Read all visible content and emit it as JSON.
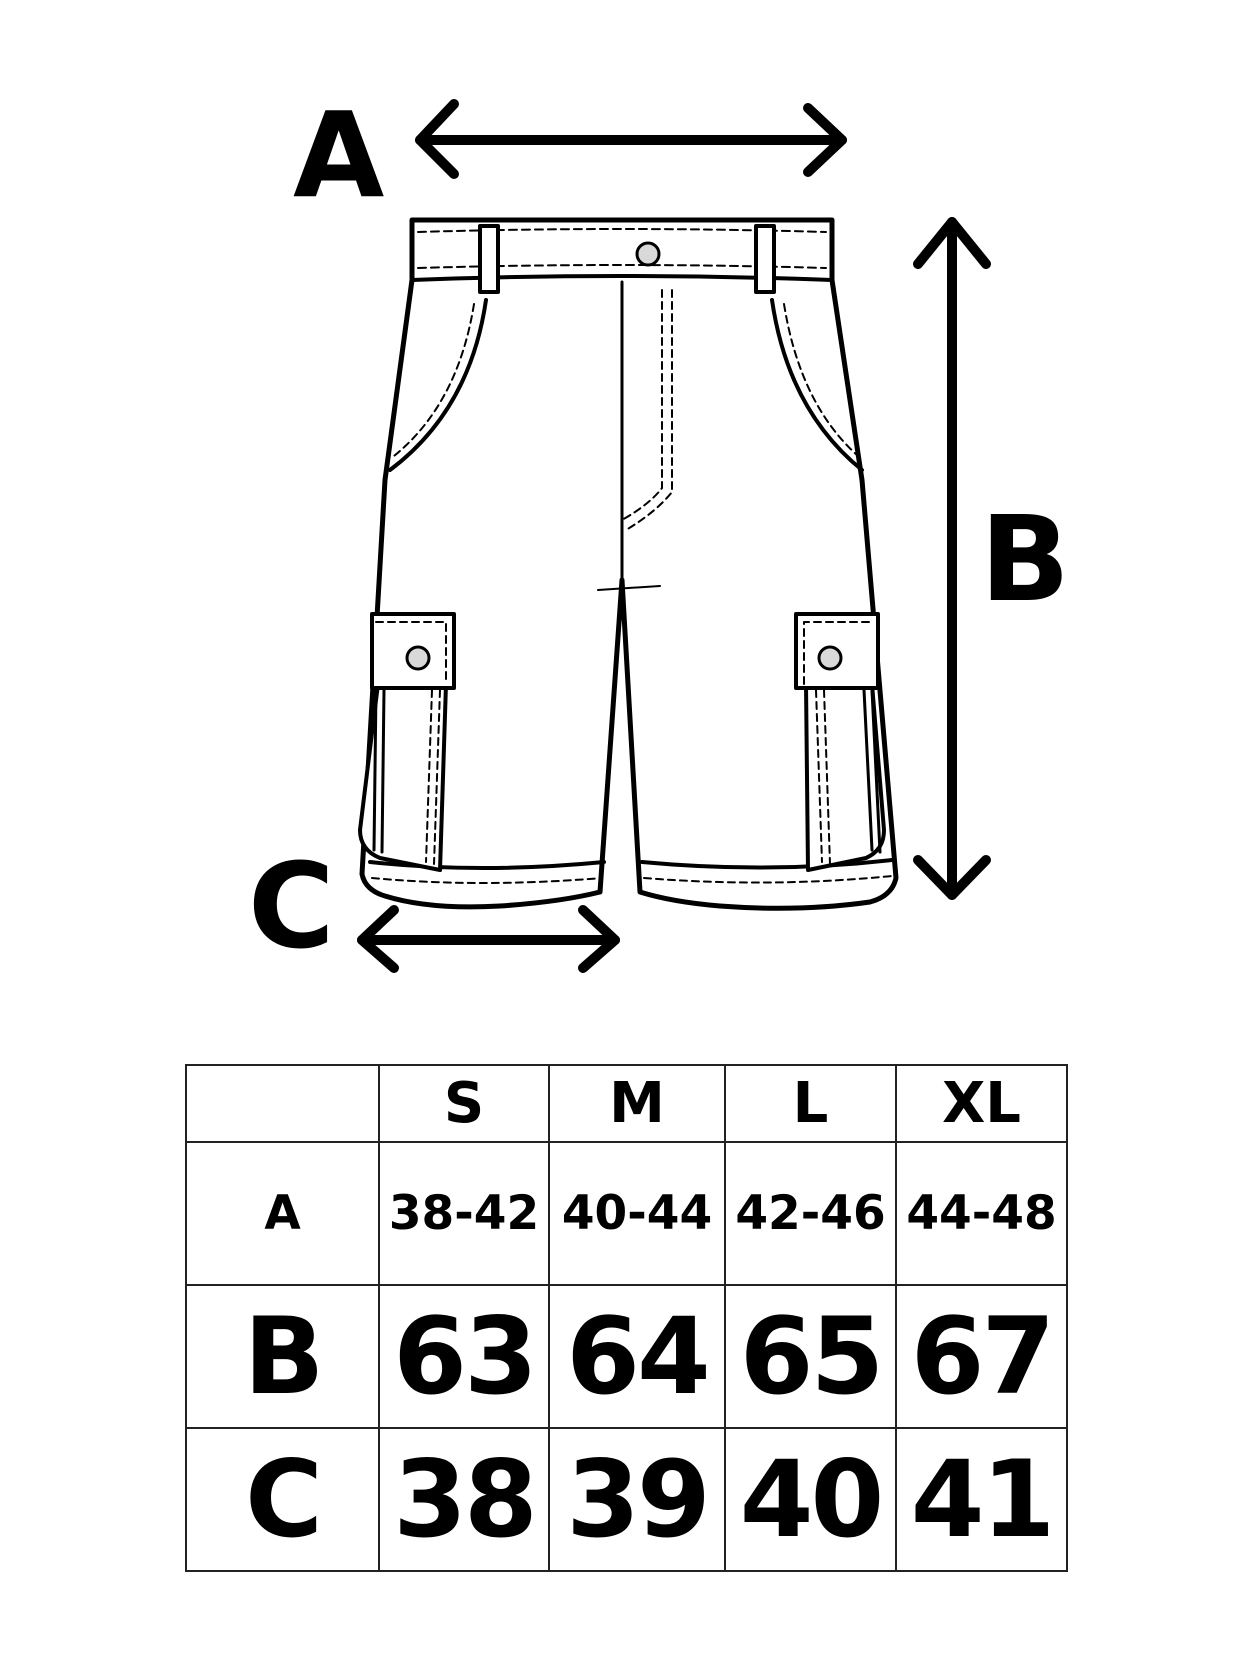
{
  "diagram": {
    "labels": {
      "a": "A",
      "b": "B",
      "c": "C"
    },
    "item_icon": "cargo-shorts-icon"
  },
  "size_table": {
    "corner": "",
    "sizes": [
      "S",
      "M",
      "L",
      "XL"
    ],
    "rows": [
      {
        "label": "A",
        "values": [
          "38-42",
          "40-44",
          "42-46",
          "44-48"
        ]
      },
      {
        "label": "B",
        "values": [
          "63",
          "64",
          "65",
          "67"
        ]
      },
      {
        "label": "C",
        "values": [
          "38",
          "39",
          "40",
          "41"
        ]
      }
    ]
  },
  "colors": {
    "ink": "#000000",
    "button": "#d9d9d9",
    "background": "#ffffff"
  }
}
